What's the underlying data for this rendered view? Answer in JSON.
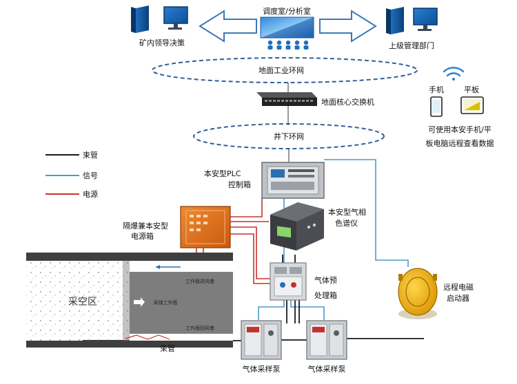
{
  "nodes": {
    "control_room": "调度室/分析室",
    "mine_leaders": "矿内领导决策",
    "superior_dept": "上级管理部门",
    "ground_ring": "地面工业环网",
    "core_switch": "地面核心交换机",
    "underground_ring": "井下环网",
    "plc_line1": "本安型PLC",
    "plc_line2": "控制箱",
    "gc_line1": "本安型气相",
    "gc_line2": "色谱仪",
    "power_line1": "隔爆兼本安型",
    "power_line2": "电源箱",
    "pretreat_line1": "气体预",
    "pretreat_line2": "处理箱",
    "starter_line1": "远程电磁",
    "starter_line2": "启动器",
    "pump1": "气体采样泵",
    "pump2": "气体采样泵",
    "goaf": "采空区",
    "mining_face": "采煤工作面",
    "intake_road": "工作面进风巷",
    "return_road": "工作面回风巷",
    "tube_label": "束管"
  },
  "mobile": {
    "phone": "手机",
    "tablet": "平板",
    "note_line1": "可使用本安手机/平",
    "note_line2": "板电脑远程查看数据"
  },
  "legend": {
    "tube": "束管",
    "signal": "信号",
    "power": "电源"
  },
  "colors": {
    "tube": "#1a1a1a",
    "signal": "#4a9ac8",
    "power": "#c8302c",
    "arrow_outline": "#3a78b8",
    "device_orange": "#e8761e",
    "starter_yellow": "#f2b200"
  }
}
